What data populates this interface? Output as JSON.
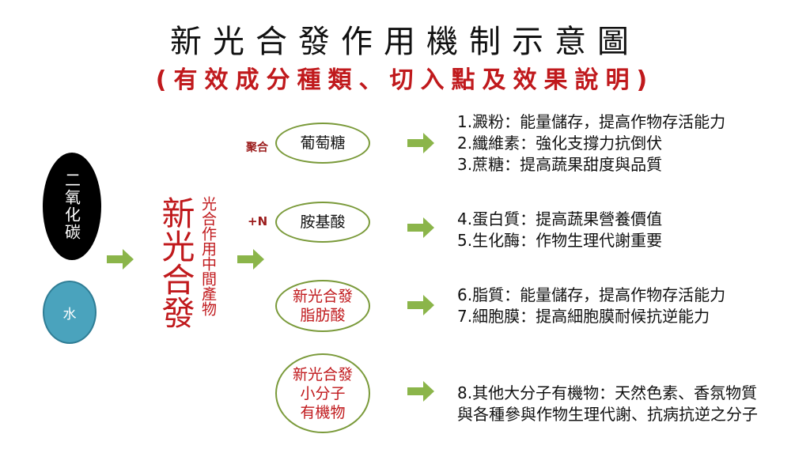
{
  "title": "新光合發作用機制示意圖",
  "subtitle": "(有效成分種類、切入點及效果說明)",
  "inputs": {
    "co2": "二氧化碳",
    "water": "水"
  },
  "intermediate": {
    "name": "新光合發",
    "note": "光合作用中間產物"
  },
  "branches": [
    {
      "tag": "聚合",
      "lines": [
        "葡萄糖"
      ],
      "effects": [
        "1.澱粉：能量儲存，提高作物存活能力",
        "2.纖維素：強化支撐力抗倒伏",
        "3.蔗糖：提高蔬果甜度與品質"
      ]
    },
    {
      "tag": "+N",
      "lines": [
        "胺基酸"
      ],
      "effects": [
        "4.蛋白質：提高蔬果營養價值",
        "5.生化酶：作物生理代謝重要"
      ]
    },
    {
      "tag": "",
      "lines": [
        "新光合發",
        "脂肪酸"
      ],
      "effects": [
        "6.脂質：能量儲存，提高作物存活能力",
        "7.細胞膜：提高細胞膜耐候抗逆能力"
      ]
    },
    {
      "tag": "",
      "lines": [
        "新光合發",
        "小分子",
        "有機物"
      ],
      "effects": [
        "8.其他大分子有機物：天然色素、香氛物質",
        "與各種參與作物生理代謝、抗病抗逆之分子"
      ]
    }
  ],
  "colors": {
    "red": "#c0191c",
    "arrow": "#8bb54a",
    "ellipse_border": "#7a9a3a",
    "water": "#4aa3bd"
  }
}
